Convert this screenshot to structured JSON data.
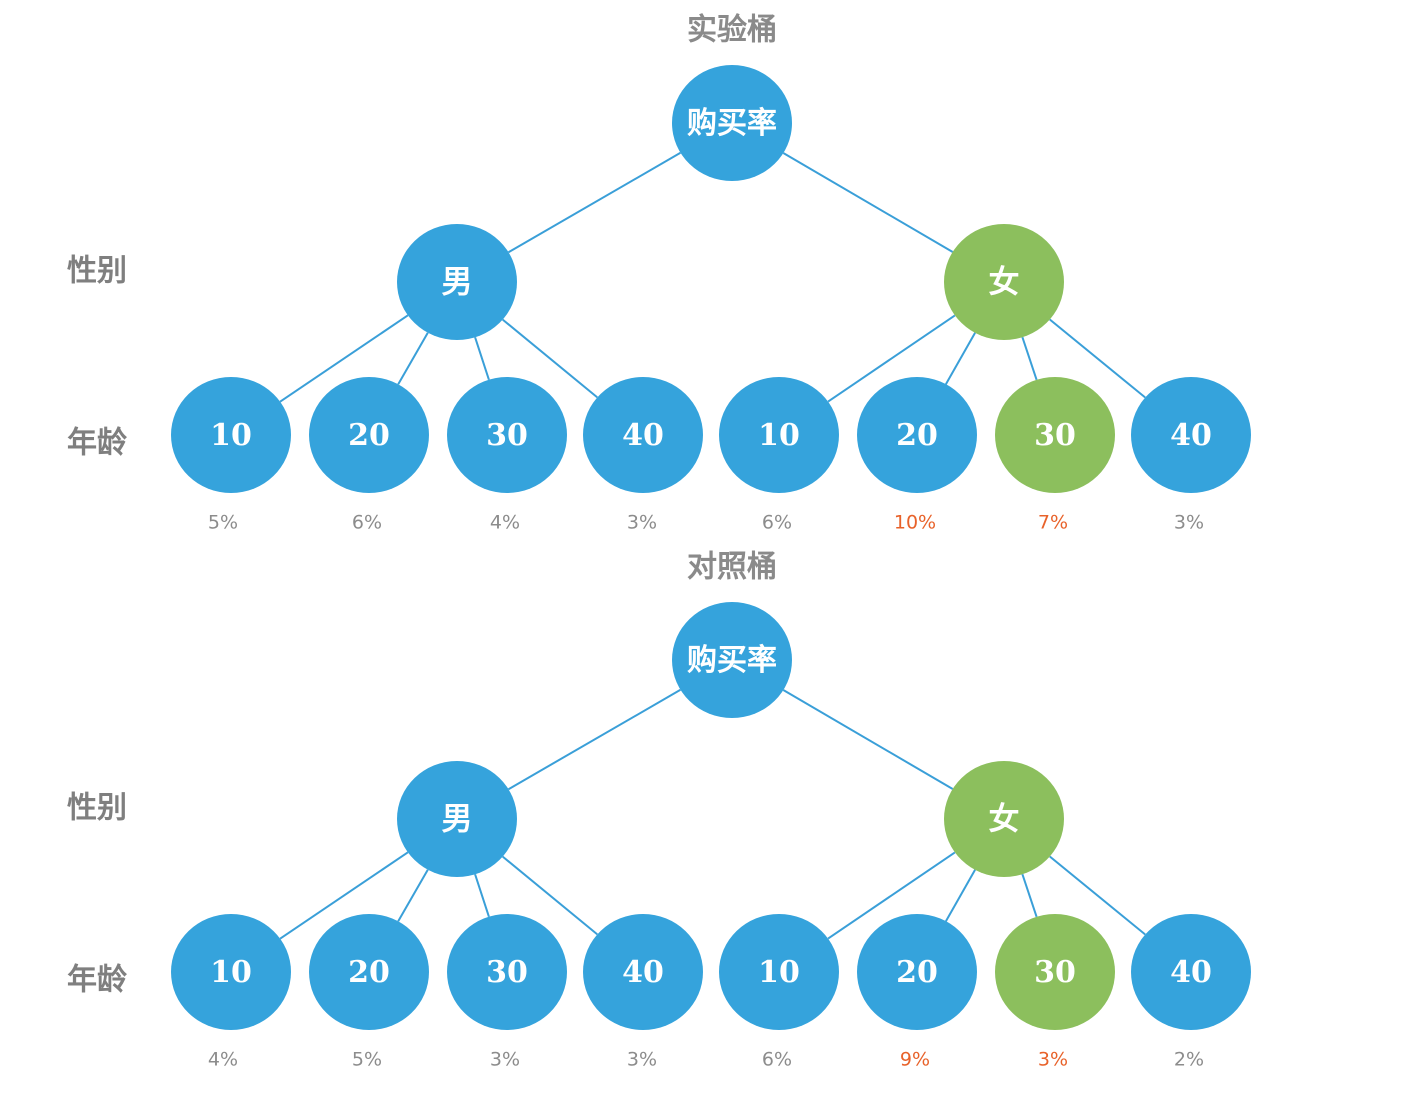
{
  "colors": {
    "node_default": "#35a3dc",
    "node_highlight": "#8cbf5d",
    "edge": "#3a9fd8",
    "percent_default": "#8c8c8c",
    "percent_highlight": "#e8622a"
  },
  "row_labels": {
    "gender": "性别",
    "age": "年龄"
  },
  "trees": [
    {
      "title": "实验桶",
      "root": "购买率",
      "genders": [
        {
          "label": "男",
          "highlight": false
        },
        {
          "label": "女",
          "highlight": true
        }
      ],
      "leaves": [
        {
          "label": "10",
          "pct": "5%",
          "highlight": false,
          "pct_highlight": false
        },
        {
          "label": "20",
          "pct": "6%",
          "highlight": false,
          "pct_highlight": false
        },
        {
          "label": "30",
          "pct": "4%",
          "highlight": false,
          "pct_highlight": false
        },
        {
          "label": "40",
          "pct": "3%",
          "highlight": false,
          "pct_highlight": false
        },
        {
          "label": "10",
          "pct": "6%",
          "highlight": false,
          "pct_highlight": false
        },
        {
          "label": "20",
          "pct": "10%",
          "highlight": false,
          "pct_highlight": true
        },
        {
          "label": "30",
          "pct": "7%",
          "highlight": true,
          "pct_highlight": true
        },
        {
          "label": "40",
          "pct": "3%",
          "highlight": false,
          "pct_highlight": false
        }
      ]
    },
    {
      "title": "对照桶",
      "root": "购买率",
      "genders": [
        {
          "label": "男",
          "highlight": false
        },
        {
          "label": "女",
          "highlight": true
        }
      ],
      "leaves": [
        {
          "label": "10",
          "pct": "4%",
          "highlight": false,
          "pct_highlight": false
        },
        {
          "label": "20",
          "pct": "5%",
          "highlight": false,
          "pct_highlight": false
        },
        {
          "label": "30",
          "pct": "3%",
          "highlight": false,
          "pct_highlight": false
        },
        {
          "label": "40",
          "pct": "3%",
          "highlight": false,
          "pct_highlight": false
        },
        {
          "label": "10",
          "pct": "6%",
          "highlight": false,
          "pct_highlight": false
        },
        {
          "label": "20",
          "pct": "9%",
          "highlight": false,
          "pct_highlight": true
        },
        {
          "label": "30",
          "pct": "3%",
          "highlight": true,
          "pct_highlight": true
        },
        {
          "label": "40",
          "pct": "2%",
          "highlight": false,
          "pct_highlight": false
        }
      ]
    }
  ]
}
